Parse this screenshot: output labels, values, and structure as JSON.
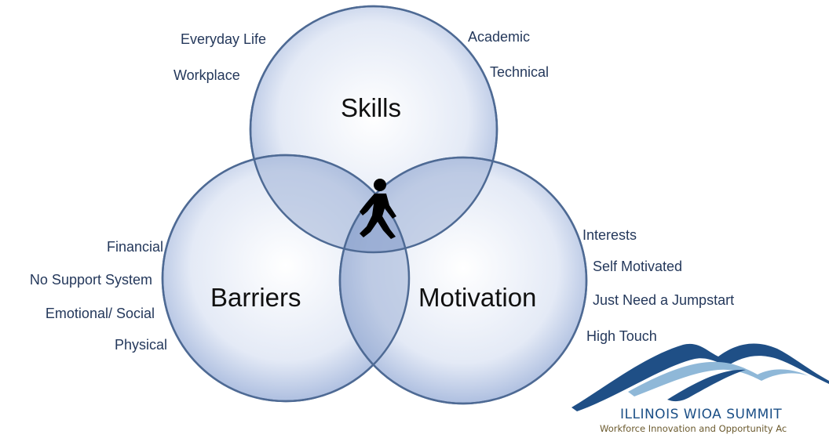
{
  "diagram": {
    "circles": {
      "skills": "Skills",
      "barriers": "Barriers",
      "motivation": "Motivation"
    },
    "skills_items": [
      "Everyday Life",
      "Workplace",
      "Academic",
      "Technical"
    ],
    "barrier_items": [
      "Financial",
      "No Support System",
      "Emotional/ Social",
      "Physical"
    ],
    "motivation_items": [
      "Interests",
      "Self Motivated",
      "Just Need a Jumpstart",
      "High Touch"
    ],
    "center_icon": "walking-person-icon"
  },
  "logo": {
    "title": "ILLINOIS WIOA SUMMIT",
    "subtitle": "Workforce Innovation and Opportunity Ac",
    "icon": "mountain-swoosh-icon",
    "colors": {
      "dark_blue": "#1f4f86",
      "light_blue": "#8fb8d8",
      "gold": "#6b5a2e"
    }
  },
  "colors": {
    "circle_fill": "#c9d6ec",
    "circle_stroke": "#4e6a94",
    "label_text": "#24385b"
  }
}
